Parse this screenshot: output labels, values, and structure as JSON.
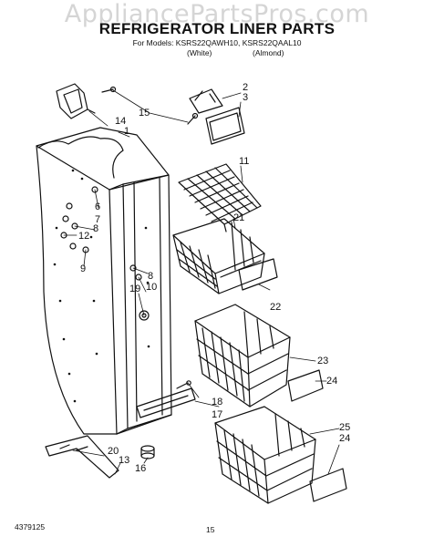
{
  "watermark": "AppliancePartsPros.com",
  "title": "REFRIGERATOR LINER PARTS",
  "models_line": "For Models: KSRS22QAWH10, KSRS22QAAL10",
  "color_white": "(White)",
  "color_almond": "(Almond)",
  "doc_number": "4379125",
  "page_number": "15",
  "callouts": {
    "c1": "1",
    "c2": "2",
    "c3": "3",
    "c6": "6",
    "c7": "7",
    "c8a": "8",
    "c8b": "8",
    "c9": "9",
    "c10": "10",
    "c11": "11",
    "c12": "12",
    "c13": "13",
    "c14": "14",
    "c15": "15",
    "c16": "16",
    "c17": "17",
    "c18": "18",
    "c19": "19",
    "c20": "20",
    "c21": "21",
    "c22": "22",
    "c23": "23",
    "c24a": "24",
    "c24b": "24",
    "c25": "25"
  }
}
